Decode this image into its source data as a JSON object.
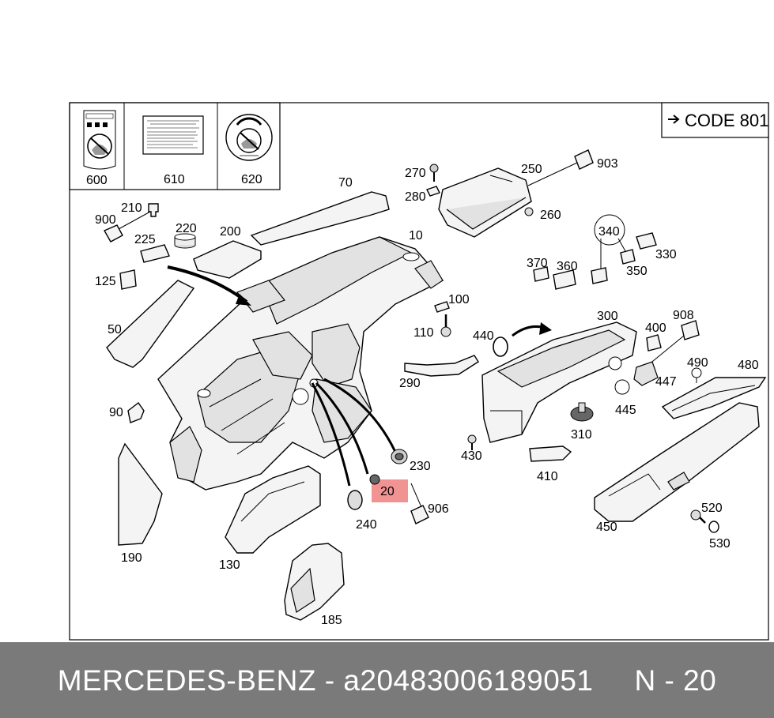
{
  "code_box": "CODE 801",
  "labels": {
    "p600": "600",
    "p610": "610",
    "p620": "620",
    "p70": "70",
    "p270": "270",
    "p280": "280",
    "p250": "250",
    "p903": "903",
    "p260": "260",
    "p10": "10",
    "p210": "210",
    "p900": "900",
    "p220": "220",
    "p225": "225",
    "p200": "200",
    "p340": "340",
    "p330": "330",
    "p350": "350",
    "p370": "370",
    "p360": "360",
    "p125": "125",
    "p100": "100",
    "p110": "110",
    "p50": "50",
    "p440": "440",
    "p300": "300",
    "p400": "400",
    "p908": "908",
    "p490": "490",
    "p480": "480",
    "p447": "447",
    "p290": "290",
    "p445": "445",
    "p90": "90",
    "p310": "310",
    "p230": "230",
    "p430": "430",
    "p410": "410",
    "p20": "20",
    "p906": "906",
    "p520": "520",
    "p240": "240",
    "p450": "450",
    "p530": "530",
    "p190": "190",
    "p130": "130",
    "p185": "185"
  },
  "highlight": {
    "part": "20",
    "color": "#f08080"
  },
  "footer": {
    "brand": "MERCEDES-BENZ",
    "separator": " - ",
    "part_number": "a20483006189051",
    "position_label": "N - 20"
  }
}
